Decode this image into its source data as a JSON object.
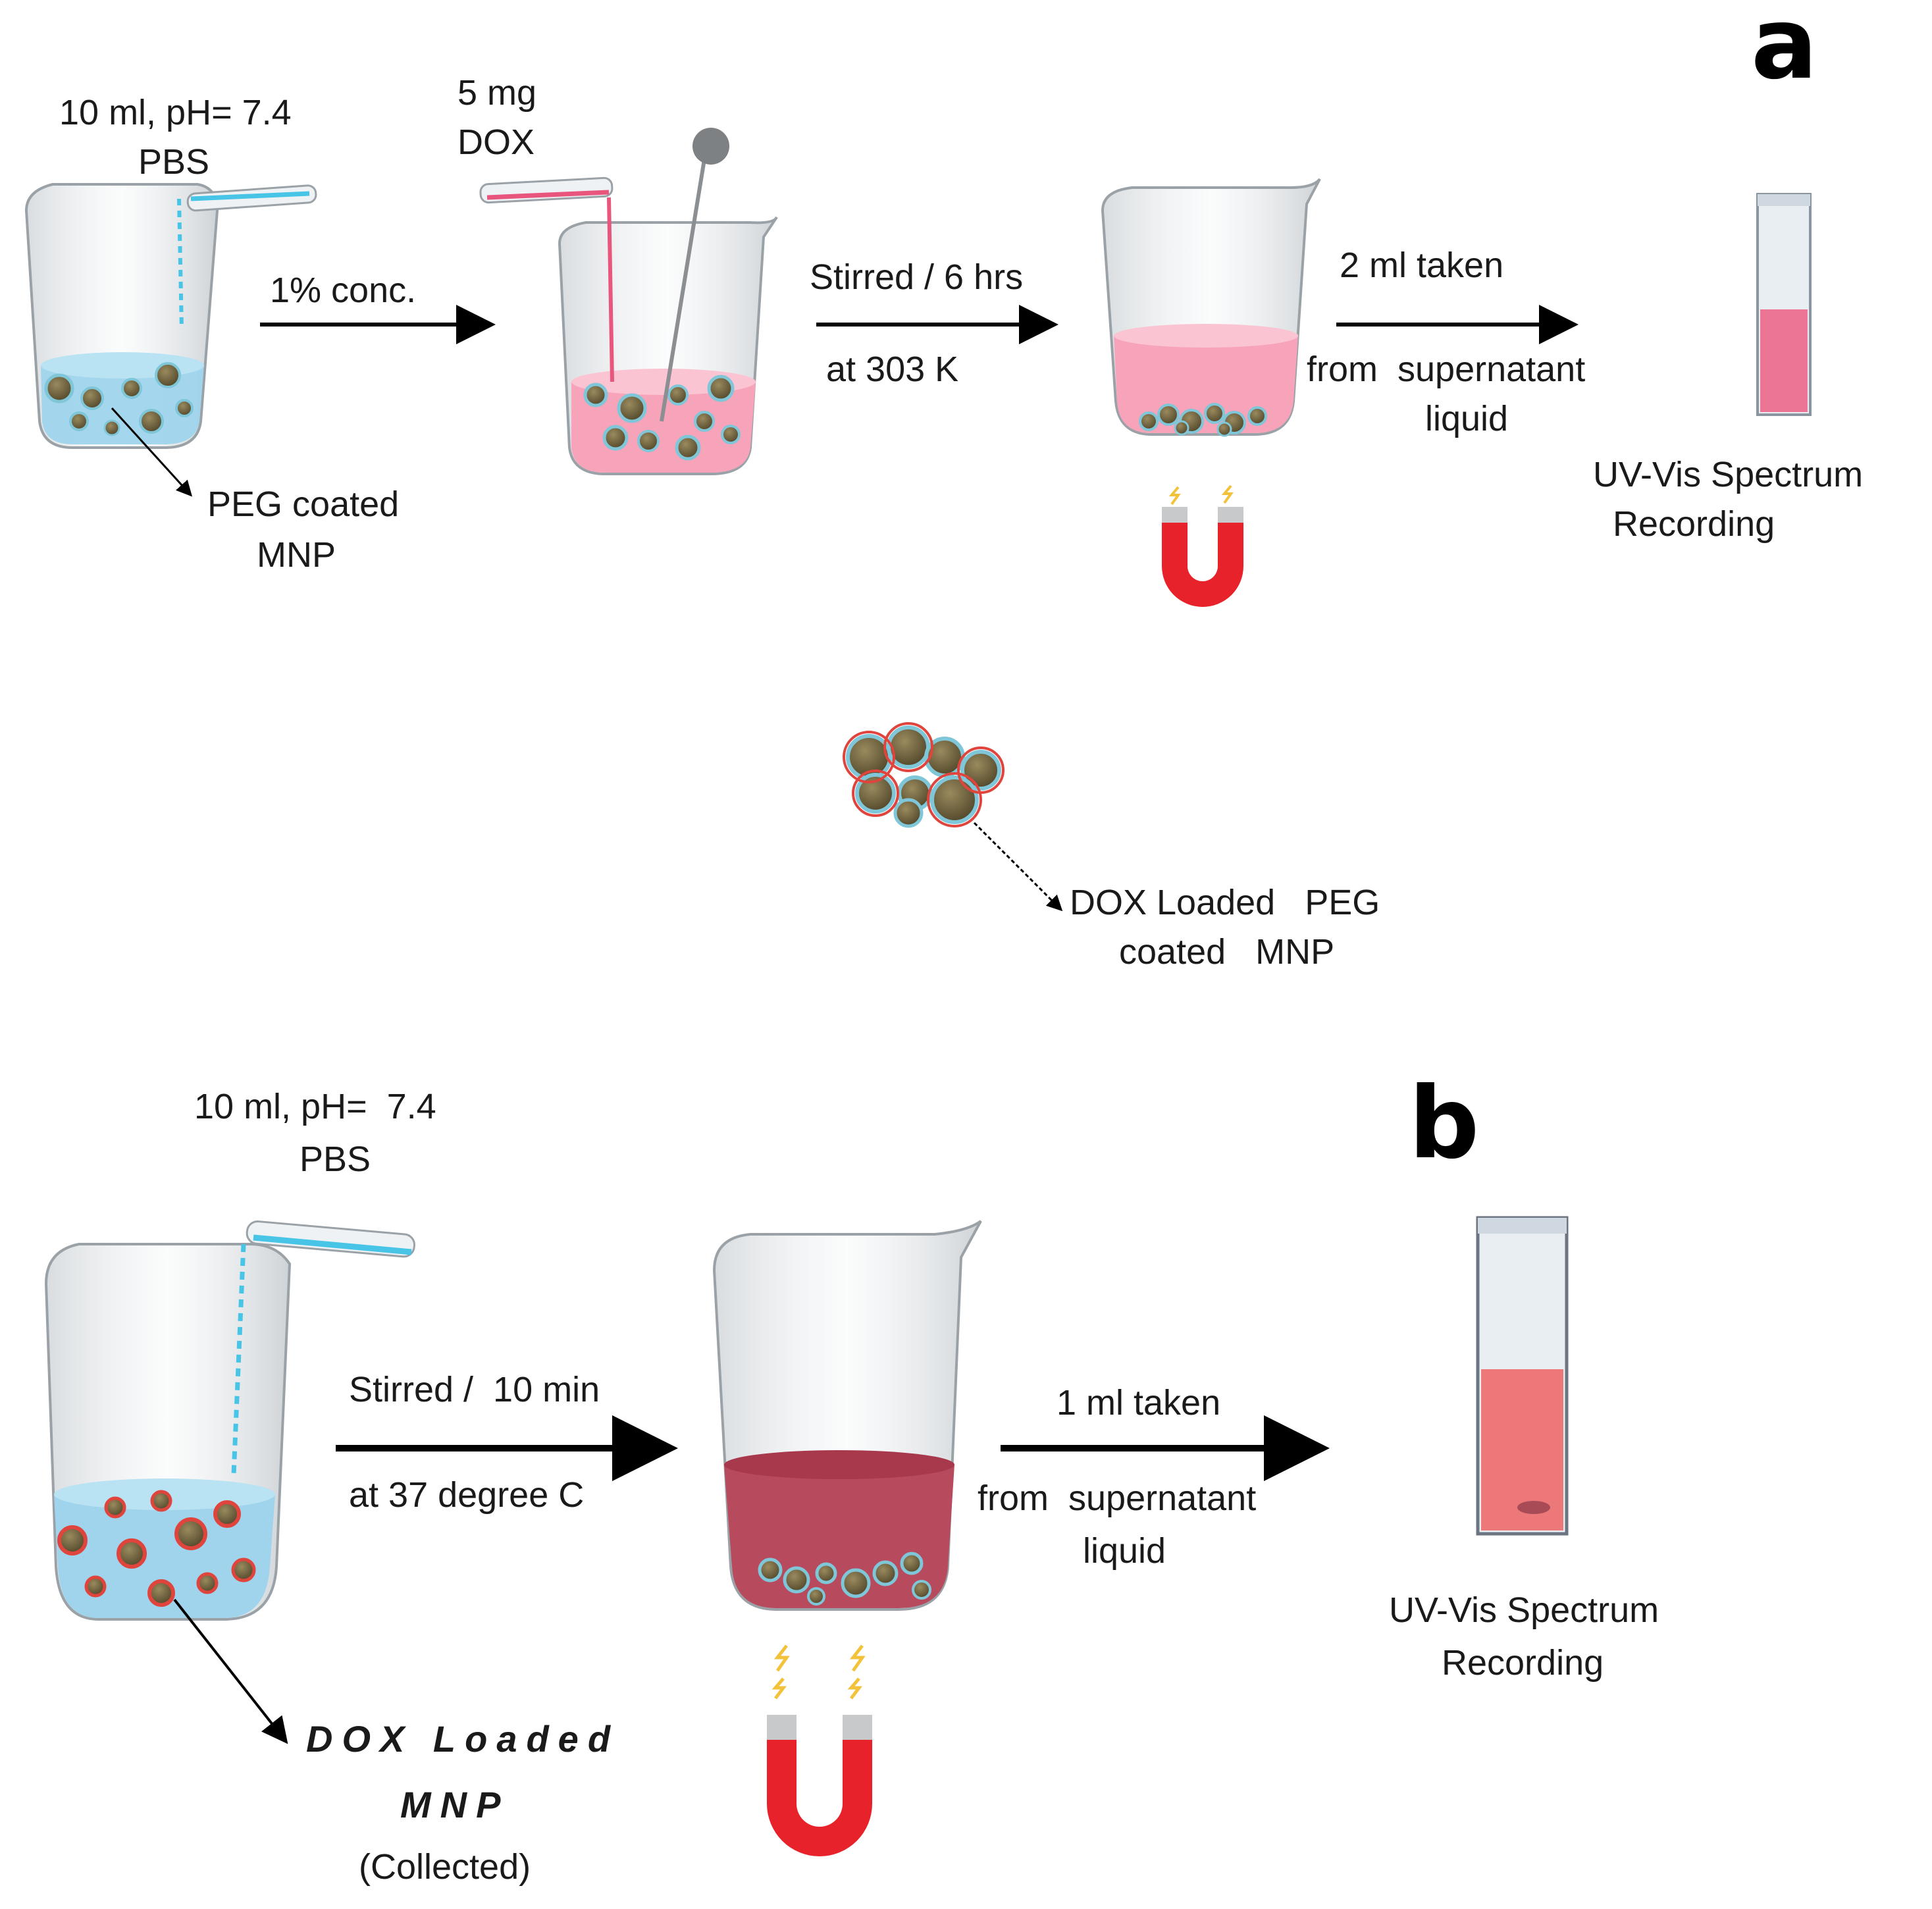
{
  "panel_a": {
    "letter": "a",
    "step1_label_line1": "10 ml, pH= 7.4",
    "step1_label_line2": "PBS",
    "arrow1_label": "1% conc.",
    "step2_label_line1": "5 mg",
    "step2_label_line2": "DOX",
    "arrow2_label_top": "Stirred / 6 hrs",
    "arrow2_label_bottom": "at 303 K",
    "arrow3_label_top": "2 ml taken",
    "arrow3_label_bottom1": "from  supernatant",
    "arrow3_label_bottom2": "liquid",
    "uv_label_line1": "UV-Vis Spectrum",
    "uv_label_line2": "Recording",
    "peg_label_line1": "PEG coated",
    "peg_label_line2": "MNP",
    "dox_loaded_line1": "DOX Loaded   PEG",
    "dox_loaded_line2": "coated   MNP"
  },
  "panel_b": {
    "letter": "b",
    "step1_label_line1": "10 ml, pH=  7.4",
    "step1_label_line2": "PBS",
    "arrow1_label_top": "Stirred /  10 min",
    "arrow1_label_bottom": "at 37 degree C",
    "arrow2_label_top": "1 ml taken",
    "arrow2_label_bottom1": "from  supernatant",
    "arrow2_label_bottom2": "liquid",
    "uv_label_line1": "UV-Vis Spectrum",
    "uv_label_line2": "Recording",
    "dox_mnp_line1": "DOX Loaded",
    "dox_mnp_line2": "MNP",
    "dox_mnp_line3": "(Collected)"
  },
  "colors": {
    "pbs_blue": "#9fd4ec",
    "dox_pink": "#f7a3b9",
    "dark_red_liquid": "#b84a5e",
    "magnet_red": "#e8222a",
    "particle": "#6b5e3c",
    "particle_ring": "#7fc6d8",
    "dox_ring": "#e0453d"
  }
}
